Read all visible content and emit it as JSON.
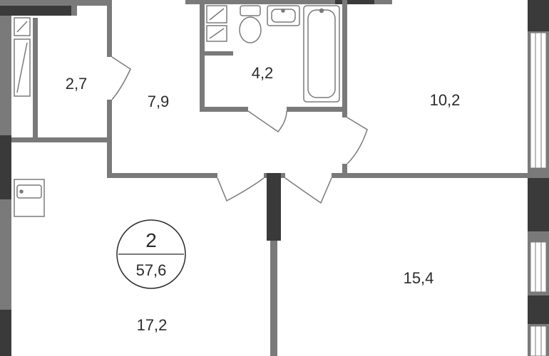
{
  "plan": {
    "colors": {
      "wall": "#7a7a7a",
      "wall_dark": "#3a3a3a",
      "line": "#7a7a7a",
      "text": "#2b2b2b"
    },
    "badge": {
      "rooms": "2",
      "total_area": "57,6"
    },
    "rooms": [
      {
        "id": "closet",
        "area": "2,7"
      },
      {
        "id": "hall",
        "area": "7,9"
      },
      {
        "id": "bathroom",
        "area": "4,2"
      },
      {
        "id": "bedroom",
        "area": "10,2"
      },
      {
        "id": "living-room",
        "area": "15,4"
      },
      {
        "id": "kitchen",
        "area": "17,2"
      }
    ]
  }
}
